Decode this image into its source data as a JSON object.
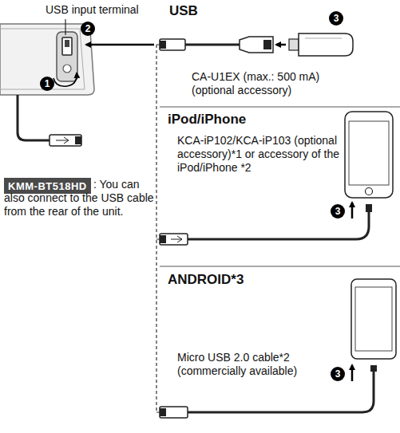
{
  "diagram": {
    "nodes": [
      {
        "text": [
          "KMM-BT518HD"
        ]
      }
    ],
    "labels": [
      "USB input terminal",
      "2",
      "1",
      ": You can also connect to the USB cable from the rear of the unit.",
      "USB",
      "3",
      "CA-U1EX (max.: 500 mA) (optional accessory)",
      "iPod/iPhone",
      "KCA-iP102/KCA-iP103 (optional accessory)*1 or accessory of the iPod/iPhone *2",
      "3",
      "ANDROID*3",
      "Micro USB 2.0 cable*2 (commercially available)",
      "3"
    ]
  }
}
